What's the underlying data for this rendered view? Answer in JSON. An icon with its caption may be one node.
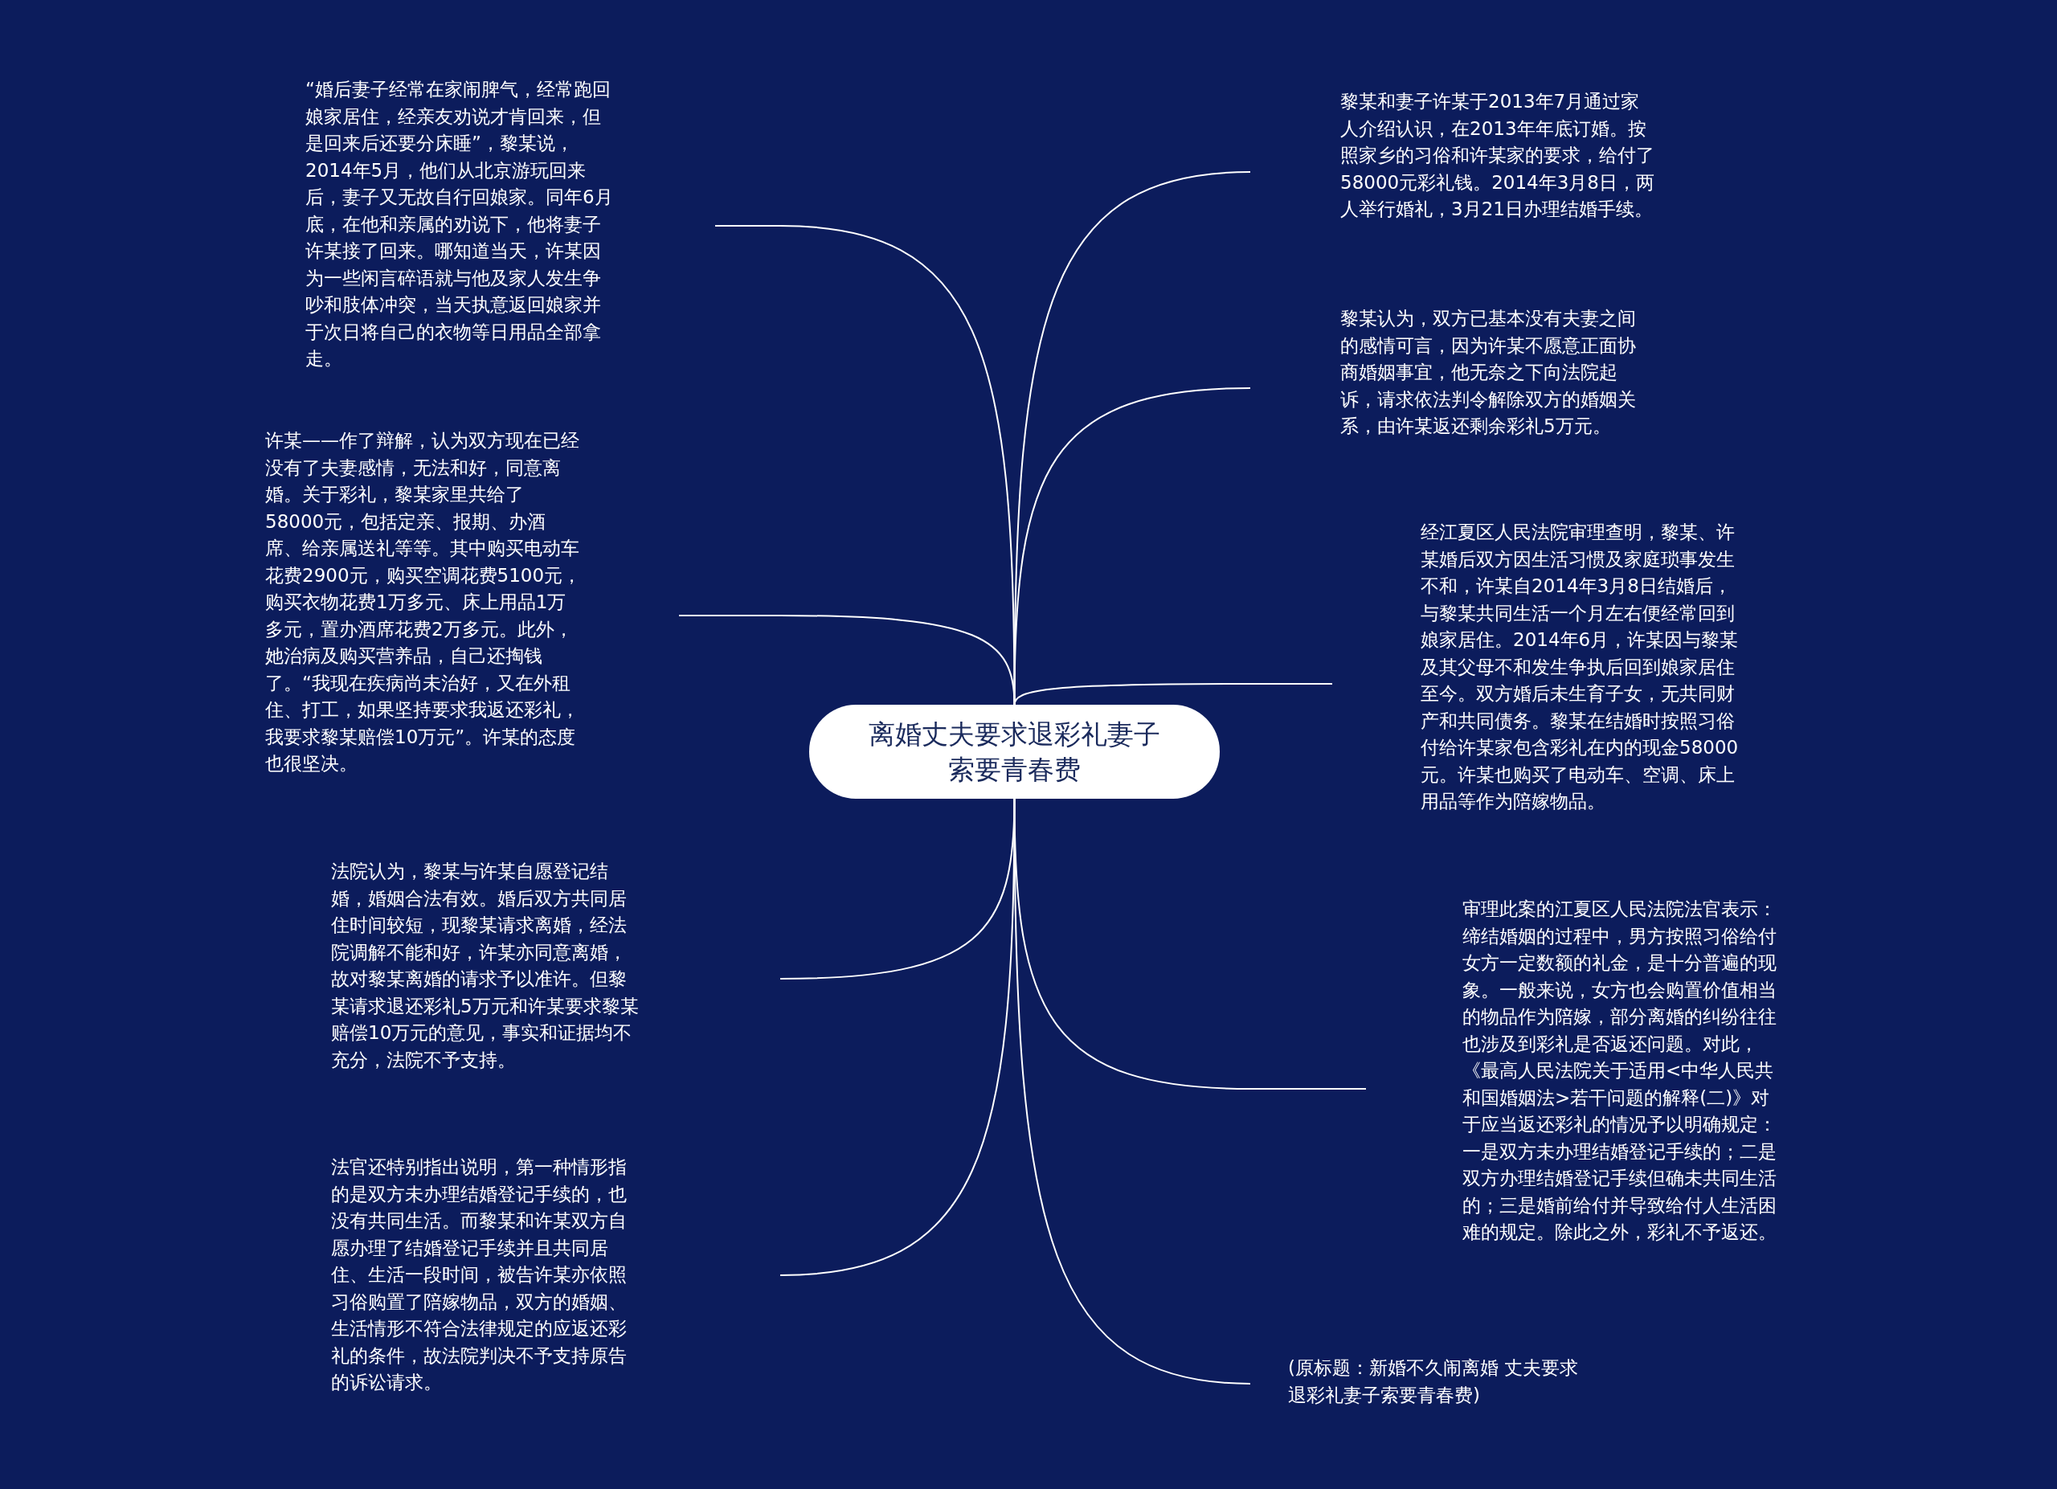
{
  "diagram": {
    "nodes": [
      {
        "text": [
          "离婚丈夫要求退彩礼妻子索要青春费"
        ]
      },
      {
        "text": [
          "“婚后妻子经常在家闹脾气，经常跑回娘家居住，经亲友劝说才肯回来，但是回来后还要分床睡”，黎某说，2014年5月，他们从北京游玩回来后，妻子又无故自行回娘家。同年6月底，在他和亲属的劝说下，他将妻子许某接了回来。哪知道当天，许某因为一些闲言碎语就与他及家人发生争吵和肢体冲突，当天执意返回娘家并于次日将自己的衣物等日用品全部拿走。"
        ]
      },
      {
        "text": [
          "许某——作了辩解，认为双方现在已经没有了夫妻感情，无法和好，同意离婚。关于彩礼，黎某家里共给了58000元，包括定亲、报期、办酒席、给亲属送礼等等。其中购买电动车花费2900元，购买空调花费5100元，购买衣物花费1万多元、床上用品1万多元，置办酒席花费2万多元。此外，她治病及购买营养品，自己还掏钱了。“我现在疾病尚未治好，又在外租住、打工，如果坚持要求我返还彩礼，我要求黎某赔偿10万元”。许某的态度也很坚决。"
        ]
      },
      {
        "text": [
          "法院认为，黎某与许某自愿登记结婚，婚姻合法有效。婚后双方共同居住时间较短，现黎某请求离婚，经法院调解不能和好，许某亦同意离婚，故对黎某离婚的请求予以准许。但黎某请求退还彩礼5万元和许某要求黎某赔偿10万元的意见，事实和证据均不充分，法院不予支持。"
        ]
      },
      {
        "text": [
          "法官还特别指出说明，第一种情形指的是双方未办理结婚登记手续的，也没有共同生活。而黎某和许某双方自愿办理了结婚登记手续并且共同居住、生活一段时间，被告许某亦依照习俗购置了陪嫁物品，双方的婚姻、生活情形不符合法律规定的应返还彩礼的条件，故法院判决不予支持原告的诉讼请求。"
        ]
      },
      {
        "text": [
          "黎某和妻子许某于2013年7月通过家人介绍认识，在2013年年底订婚。按照家乡的习俗和许某家的要求，给付了58000元彩礼钱。2014年3月8日，两人举行婚礼，3月21日办理结婚手续。"
        ]
      },
      {
        "text": [
          "黎某认为，双方已基本没有夫妻之间的感情可言，因为许某不愿意正面协商婚姻事宜，他无奈之下向法院起诉，请求依法判令解除双方的婚姻关系，由许某返还剩余彩礼5万元。"
        ]
      },
      {
        "text": [
          "经江夏区人民法院审理查明，黎某、许某婚后双方因生活习惯及家庭琐事发生不和，许某自2014年3月8日结婚后，与黎某共同生活一个月左右便经常回到娘家居住。2014年6月，许某因与黎某及其父母不和发生争执后回到娘家居住至今。双方婚后未生育子女，无共同财产和共同债务。黎某在结婚时按照习俗付给许某家包含彩礼在内的现金58000元。许某也购买了电动车、空调、床上用品等作为陪嫁物品。"
        ]
      },
      {
        "text": [
          "审理此案的江夏区人民法院法官表示：缔结婚姻的过程中，男方按照习俗给付女方一定数额的礼金，是十分普遍的现象。一般来说，女方也会购置价值相当的物品作为陪嫁，部分离婚的纠纷往往也涉及到彩礼是否返还问题。对此，《最高人民法院关于适用<中华人民共和国婚姻法>若干问题的解释(二)》对于应当返还彩礼的情况予以明确规定：一是双方未办理结婚登记手续的；二是双方办理结婚登记手续但确未共同生活的；三是婚前给付并导致给付人生活困难的规定。除此之外，彩礼不予返还。"
        ]
      },
      {
        "text": [
          "(原标题：新婚不久闹离婚 丈夫要求退彩礼妻子索要青春费)"
        ]
      }
    ],
    "edges": [
      {
        "from": 0,
        "to": 1,
        "arrow": "none"
      },
      {
        "from": 0,
        "to": 2,
        "arrow": "none"
      },
      {
        "from": 0,
        "to": 3,
        "arrow": "none"
      },
      {
        "from": 0,
        "to": 4,
        "arrow": "none"
      },
      {
        "from": 0,
        "to": 5,
        "arrow": "none"
      },
      {
        "from": 0,
        "to": 6,
        "arrow": "none"
      },
      {
        "from": 0,
        "to": 7,
        "arrow": "none"
      },
      {
        "from": 0,
        "to": 8,
        "arrow": "none"
      },
      {
        "from": 0,
        "to": 9,
        "arrow": "none"
      }
    ]
  }
}
